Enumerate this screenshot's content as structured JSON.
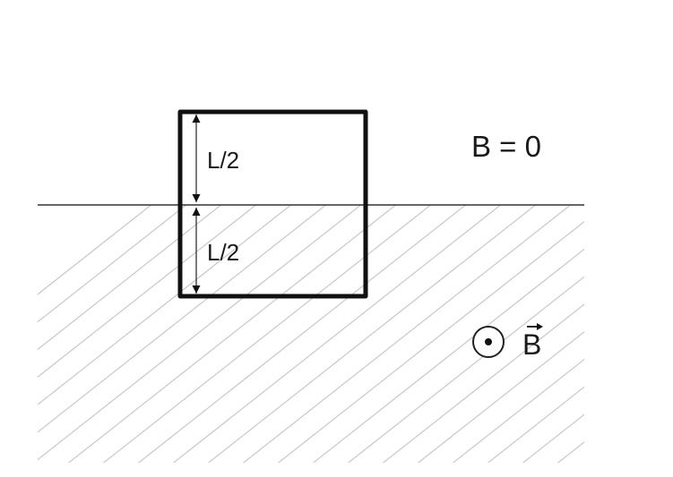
{
  "labels": {
    "upper_half": "L/2",
    "lower_half": "L/2",
    "field_zero": "B = 0",
    "field_vector": "B"
  },
  "icons": {
    "field_direction": "out-of-page-icon"
  },
  "colors": {
    "stroke": "#111111",
    "hatch": "#c8c8c8"
  }
}
